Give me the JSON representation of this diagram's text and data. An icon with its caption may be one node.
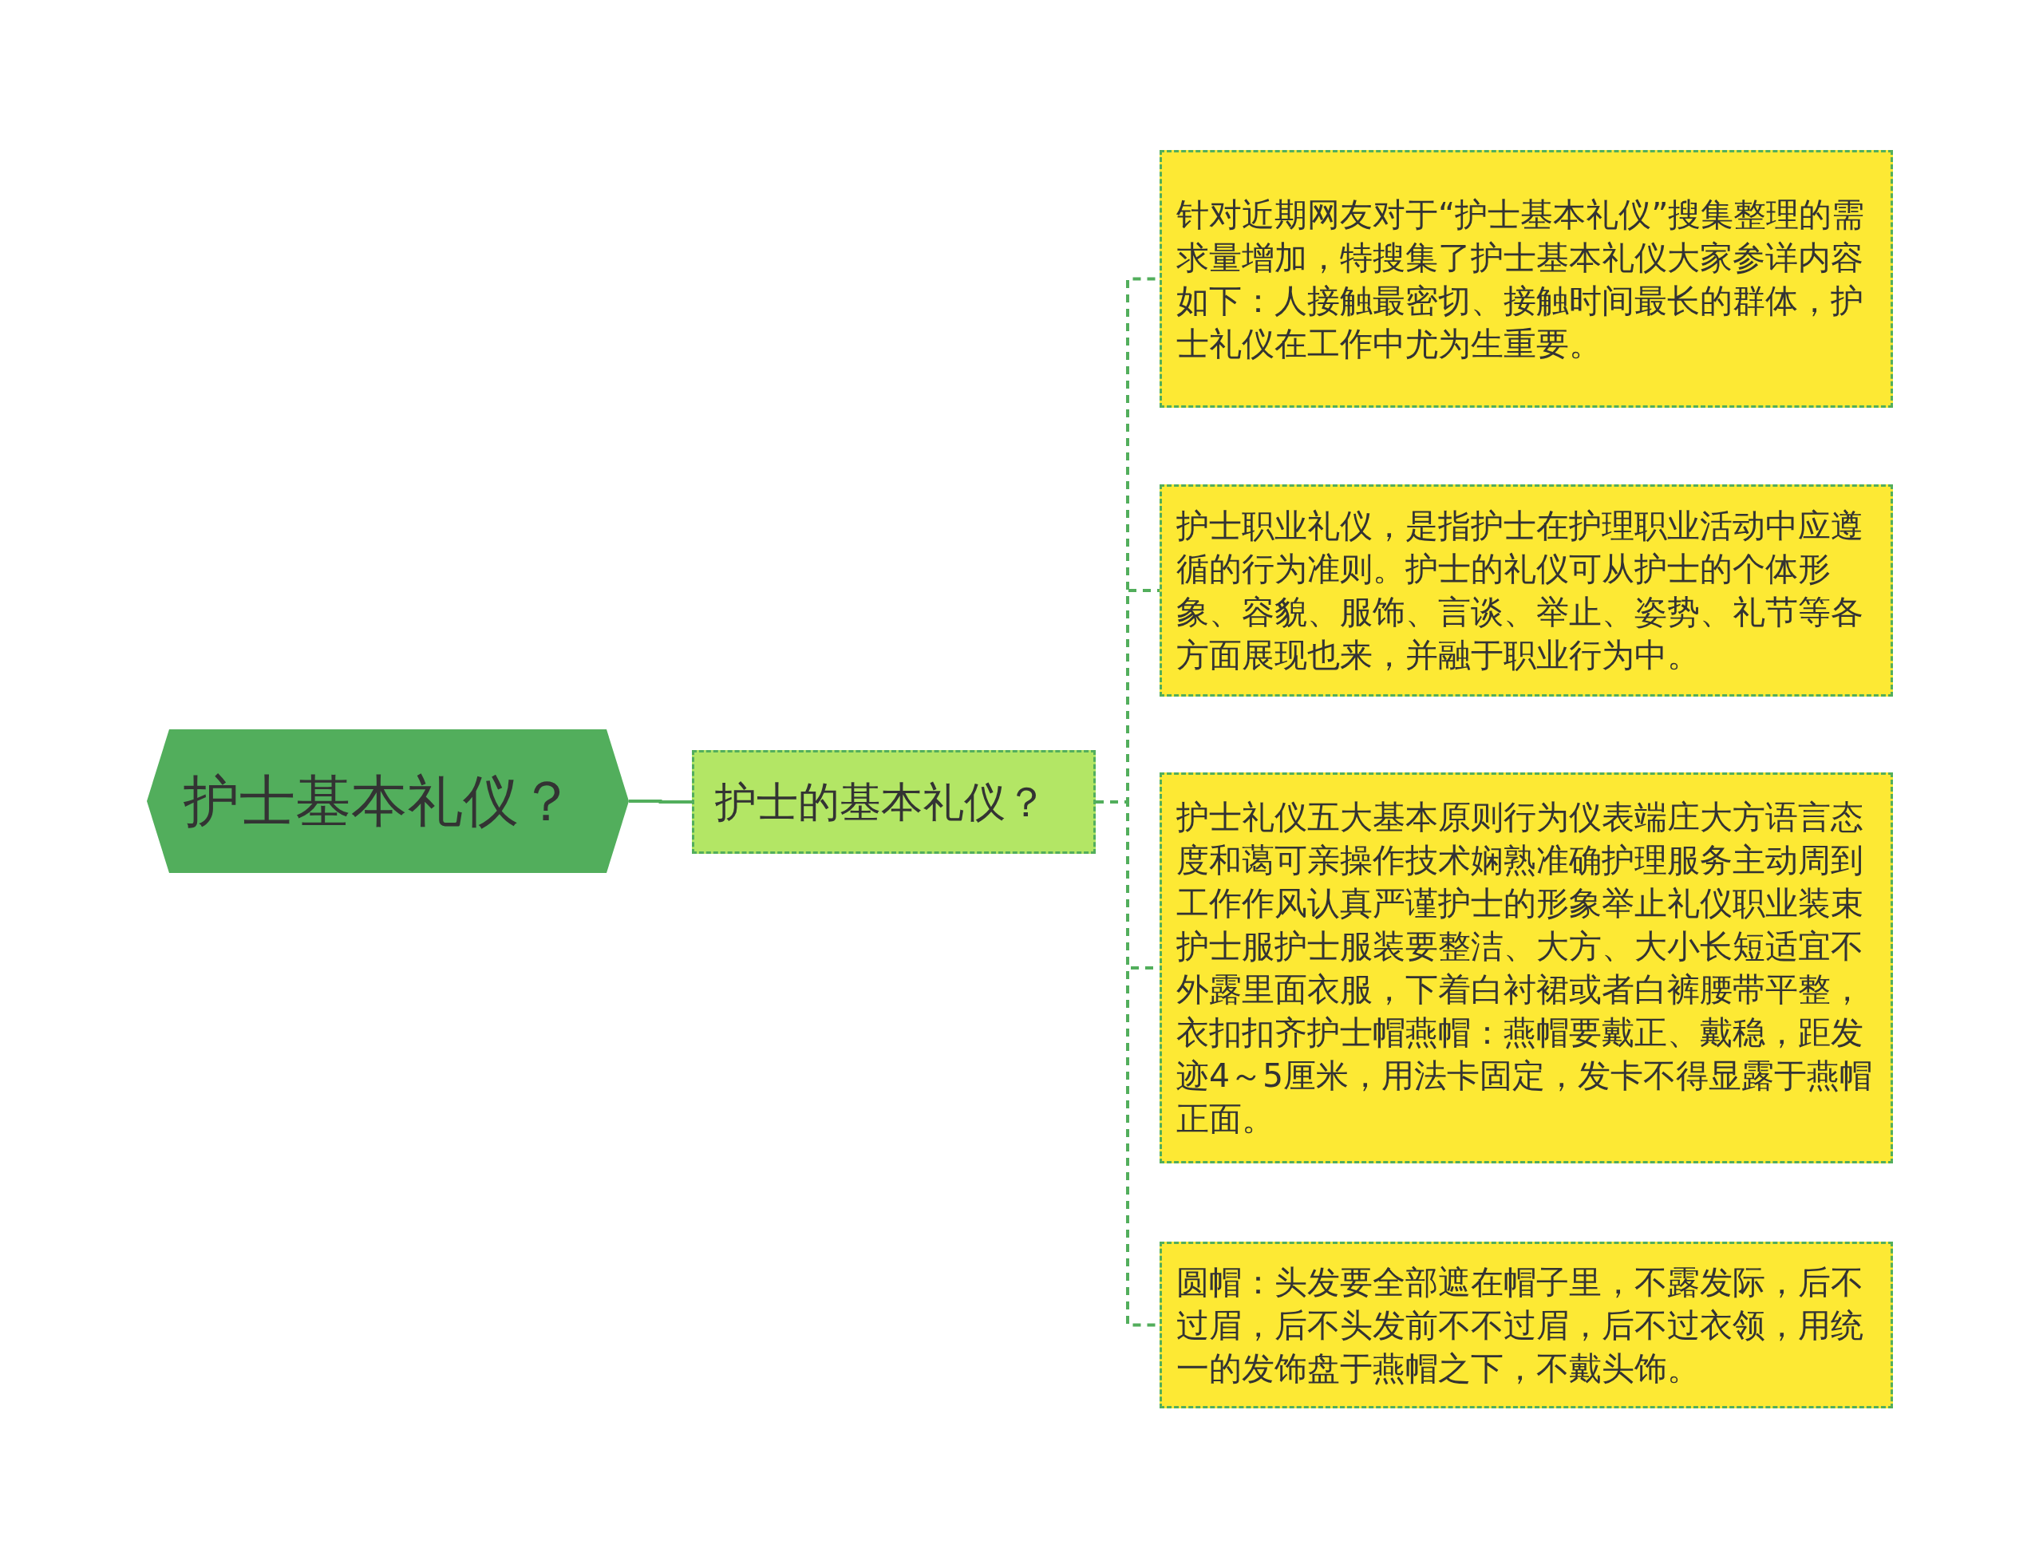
{
  "diagram": {
    "nodes": [
      {
        "text": [
          "护士基本礼仪？"
        ]
      },
      {
        "text": [
          "护士的基本礼仪？"
        ]
      },
      {
        "text": [
          "针对近期网友对于“护士基本礼仪”搜集整理的需求量增加，特搜集了护士基本礼仪大家参详内容如下：人接触最密切、接触时间最长的群体，护士礼仪在工作中尤为生重要。"
        ]
      },
      {
        "text": [
          "护士职业礼仪，是指护士在护理职业活动中应遵循的行为准则。护士的礼仪可从护士的个体形象、容貌、服饰、言谈、举止、姿势、礼节等各方面展现也来，并融于职业行为中。"
        ]
      },
      {
        "text": [
          "护士礼仪五大基本原则行为仪表端庄大方语言态度和蔼可亲操作技术娴熟准确护理服务主动周到工作作风认真严谨护士的形象举止礼仪职业装束护士服护士服装要整洁、大方、大小长短适宜不外露里面衣服，下着白衬裙或者白裤腰带平整，衣扣扣齐护士帽燕帽：燕帽要戴正、戴稳，距发迹4～5厘米，用法卡固定，发卡不得显露于燕帽正面。"
        ]
      },
      {
        "text": [
          "圆帽：头发要全部遮在帽子里，不露发际，后不过眉，后不头发前不不过眉，后不过衣领，用统一的发饰盘于燕帽之下，不戴头饰。"
        ]
      }
    ],
    "edges": [
      {
        "from": 0,
        "to": 1,
        "arrow": "none"
      },
      {
        "from": 1,
        "to": 2,
        "arrow": "none",
        "style": "dashed"
      },
      {
        "from": 1,
        "to": 3,
        "arrow": "none",
        "style": "dashed"
      },
      {
        "from": 1,
        "to": 4,
        "arrow": "none",
        "style": "dashed"
      },
      {
        "from": 1,
        "to": 5,
        "arrow": "none",
        "style": "dashed"
      }
    ]
  }
}
